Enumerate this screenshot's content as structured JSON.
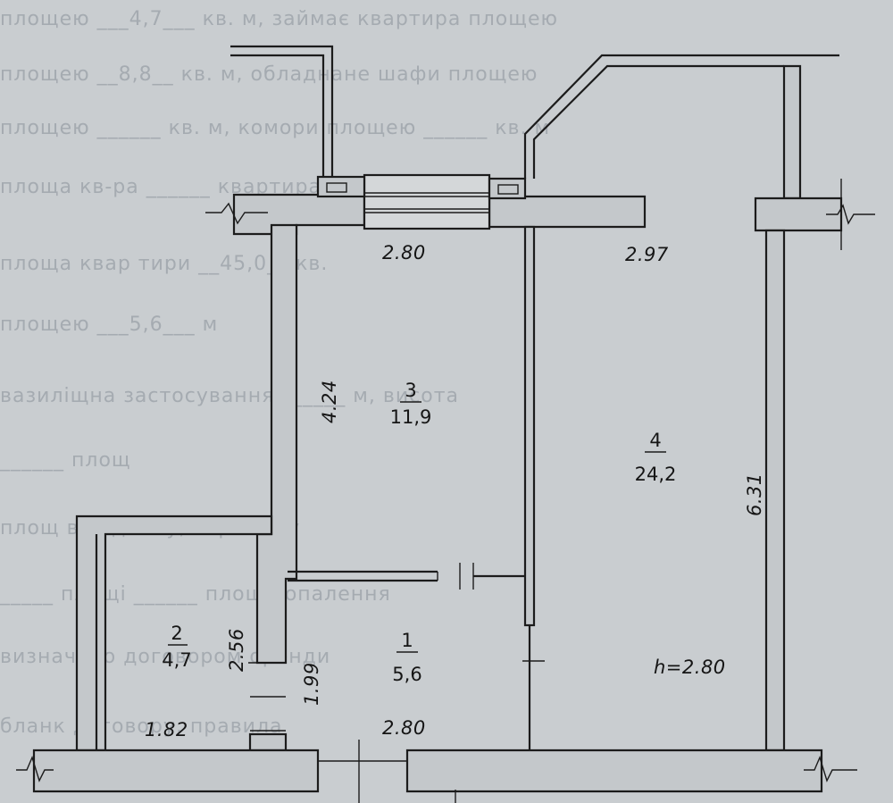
{
  "plan": {
    "ceiling_height": "h=2.80",
    "rooms": [
      {
        "number": "1",
        "area": "5,6"
      },
      {
        "number": "2",
        "area": "4,7"
      },
      {
        "number": "3",
        "area": "11,9"
      },
      {
        "number": "4",
        "area": "24,2"
      }
    ],
    "dimensions": {
      "room3_width": "2.80",
      "room4_width": "2.97",
      "room3_length": "4.24",
      "room4_length": "6.31",
      "room2_length": "2.56",
      "room1_length": "1.99",
      "room2_width": "1.82",
      "room1_width": "2.80"
    },
    "form_lines": [
      "площею ___4,7___ кв. м, займає квартира площею",
      "площею __8,8__ кв. м, обладнане шафи площею",
      "площею ______ кв. м, комори площею ______ кв. м",
      "площа кв-ра ______ квартира з видачі",
      "площа квар тири __45,0__ кв.",
      "площею ___5,6___ м",
      "вазиліщна застосування ______ м, висота",
      "______ площ",
      "площ в будинку; сервітуту",
      "_____ площі ______ площа опалення",
      "визначено договором оренди",
      "бланк договору, правила"
    ]
  }
}
